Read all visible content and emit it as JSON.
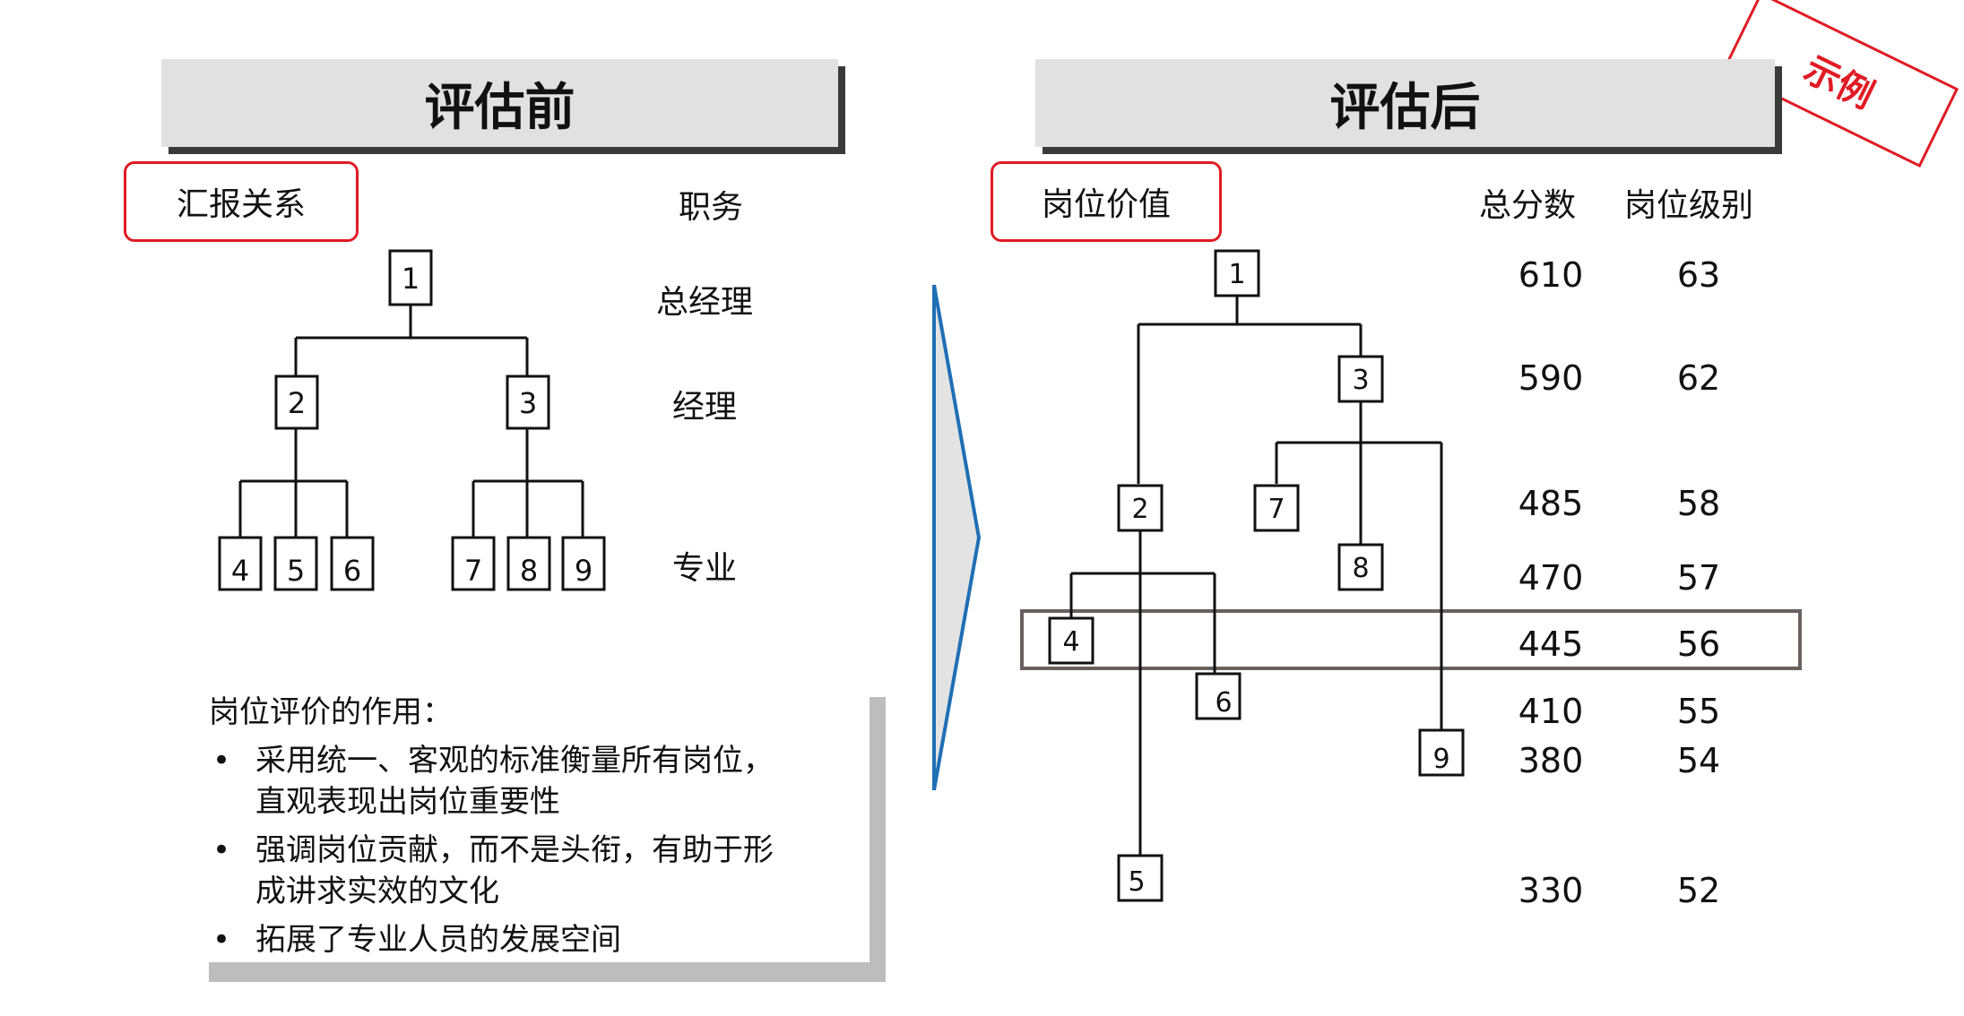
{
  "before": {
    "title": "评估前",
    "tag": "汇报关系",
    "col_label": "职务",
    "levels": [
      "总经理",
      "经理",
      "专业"
    ],
    "boxes": [
      "1",
      "2",
      "3",
      "4",
      "5",
      "6",
      "7",
      "8",
      "9"
    ]
  },
  "after": {
    "title": "评估后",
    "tag": "岗位价值",
    "col_score": "总分数",
    "col_grade": "岗位级别",
    "boxes": [
      "1",
      "3",
      "2",
      "7",
      "8",
      "4",
      "6",
      "9",
      "5"
    ],
    "rows": [
      {
        "score": "610",
        "grade": "63"
      },
      {
        "score": "590",
        "grade": "62"
      },
      {
        "score": "485",
        "grade": "58"
      },
      {
        "score": "470",
        "grade": "57"
      },
      {
        "score": "445",
        "grade": "56"
      },
      {
        "score": "410",
        "grade": "55"
      },
      {
        "score": "380",
        "grade": "54"
      },
      {
        "score": "330",
        "grade": "52"
      }
    ]
  },
  "note": {
    "heading": "岗位评价的作用：",
    "bullet": "•",
    "items": [
      [
        "采用统一、客观的标准衡量所有岗位，",
        "直观表现出岗位重要性"
      ],
      [
        "强调岗位贡献，而不是头衔，有助于形",
        "成讲求实效的文化"
      ],
      [
        "拓展了专业人员的发展空间"
      ]
    ]
  },
  "stamp": "示例",
  "colors": {
    "red": "#e01b24",
    "banner": "#e1e1e1",
    "arrow_fill": "#e3e3e3",
    "arrow_edge": "#1f6fb5",
    "highlight_border": "#6b6060"
  }
}
